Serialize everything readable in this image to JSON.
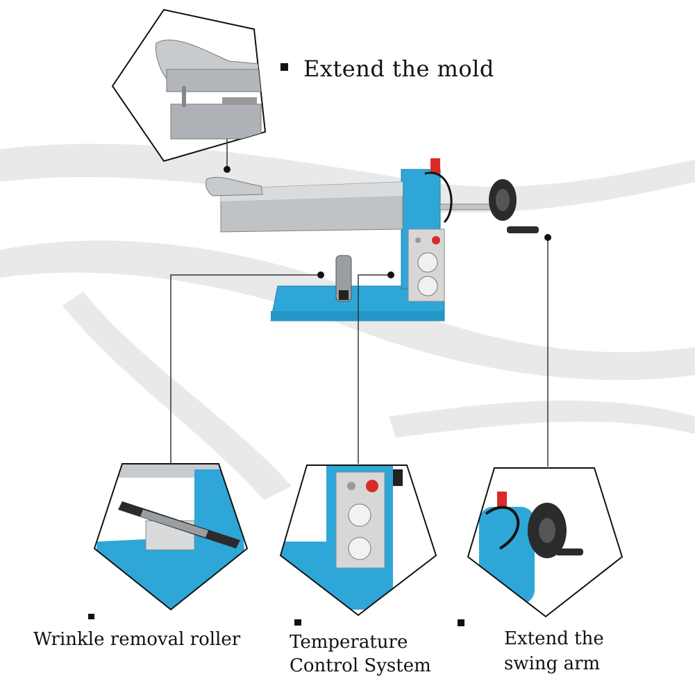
{
  "headline": {
    "text": "Extend the mold"
  },
  "callouts": [
    {
      "id": "roller",
      "line1": "Wrinkle removal roller",
      "line2": ""
    },
    {
      "id": "temp",
      "line1": "Temperature",
      "line2": "Control System"
    },
    {
      "id": "arm",
      "line1": "Extend the",
      "line2": "swing arm"
    }
  ],
  "colors": {
    "machine_blue": "#2ea6d8",
    "steel": "#b9bcc0",
    "callout_line": "#333333",
    "background_swoosh": "#e6e6e6",
    "knob_red": "#d92a2a"
  },
  "icons": [
    "bullet-square-icon",
    "callout-dot-icon",
    "handwheel-icon",
    "power-button-icon",
    "dial-icon"
  ]
}
